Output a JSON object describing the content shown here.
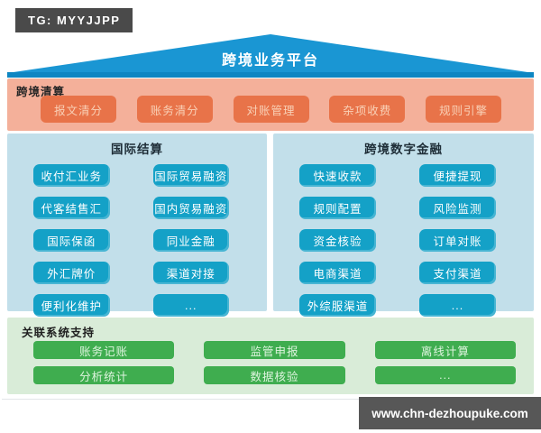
{
  "badge": {
    "text": "TG: MYYJJPP"
  },
  "roof": {
    "title": "跨境业务平台"
  },
  "clearing": {
    "label": "跨境清算",
    "buttons": [
      "报文清分",
      "账务清分",
      "对账管理",
      "杂项收费",
      "规则引擎"
    ]
  },
  "panels": [
    {
      "title": "国际结算",
      "columns": [
        [
          "收付汇业务",
          "代客结售汇",
          "国际保函",
          "外汇牌价",
          "便利化维护"
        ],
        [
          "国际贸易融资",
          "国内贸易融资",
          "同业金融",
          "渠道对接",
          "..."
        ]
      ]
    },
    {
      "title": "跨境数字金融",
      "columns": [
        [
          "快速收款",
          "规则配置",
          "资金核验",
          "电商渠道",
          "外综服渠道"
        ],
        [
          "便捷提现",
          "风险监测",
          "订单对账",
          "支付渠道",
          "..."
        ]
      ]
    }
  ],
  "support": {
    "label": "关联系统支持",
    "columns": [
      [
        "账务记账",
        "分析统计"
      ],
      [
        "监管申报",
        "数据核验"
      ],
      [
        "离线计算",
        "..."
      ]
    ]
  },
  "watermark": {
    "text": "www.chn-dezhoupuke.com"
  },
  "colors": {
    "roof_blue": "#1a96d3",
    "roof_edge_blue": "#0e86c2",
    "clearing_band": "#f4b09a",
    "clearing_button": "#e87349",
    "panel_background": "#c2dfea",
    "panel_button": "#14a1c7",
    "support_band": "#d9ecd8",
    "support_button": "#3fad4f",
    "badge_background": "#4a4a4a"
  }
}
